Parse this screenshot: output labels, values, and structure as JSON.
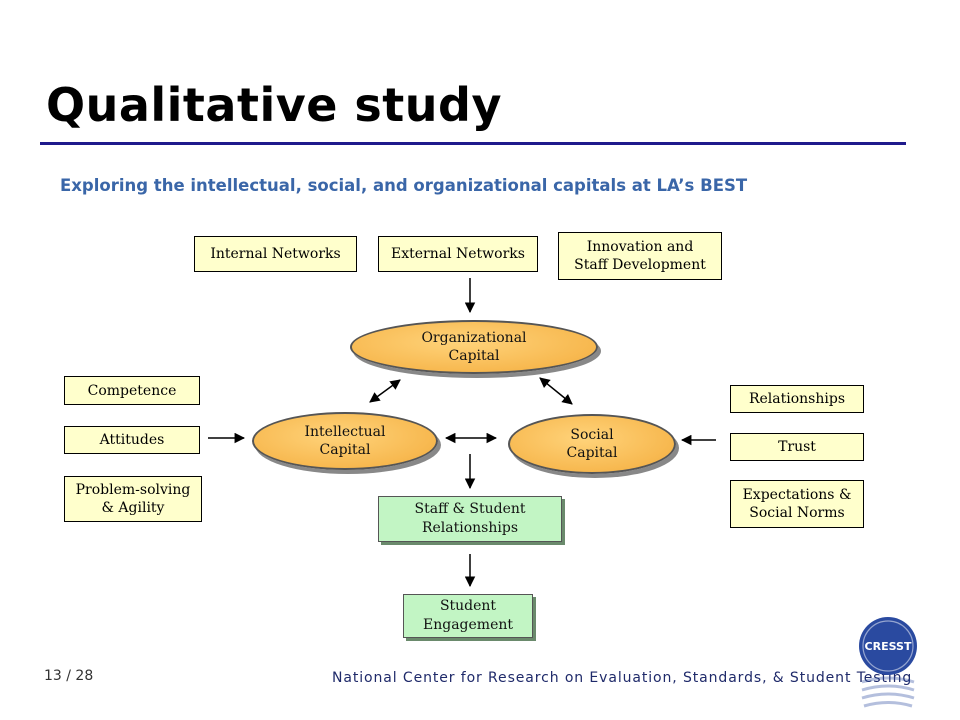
{
  "title": "Qualitative study",
  "subtitle": "Exploring the intellectual, social, and organizational capitals at LA’s BEST",
  "top_boxes": {
    "internal": "Internal Networks",
    "external": "External Networks",
    "innovation": [
      "Innovation and",
      "Staff Development"
    ]
  },
  "left_boxes": {
    "competence": "Competence",
    "attitudes": "Attitudes",
    "problem": [
      "Problem-solving",
      "& Agility"
    ]
  },
  "right_boxes": {
    "relationships": "Relationships",
    "trust": "Trust",
    "expectations": [
      "Expectations &",
      "Social Norms"
    ]
  },
  "ovals": {
    "organizational": [
      "Organizational",
      "Capital"
    ],
    "intellectual": [
      "Intellectual",
      "Capital"
    ],
    "social": [
      "Social",
      "Capital"
    ]
  },
  "outcomes": {
    "staff_student": [
      "Staff & Student",
      "Relationships"
    ],
    "engagement": [
      "Student",
      "Engagement"
    ]
  },
  "footer": {
    "page": "13 / 28",
    "organization": "National Center for Research on Evaluation, Standards, & Student Testing",
    "logo_text": "CRESST"
  },
  "colors": {
    "accent_rule": "#1f1a8c",
    "subtitle": "#3a66a8",
    "box_fill": "#ffffcc",
    "oval_fill": "#f7b84f",
    "outcome_fill": "#c2f5c4",
    "logo_blue": "#1f3f94"
  }
}
